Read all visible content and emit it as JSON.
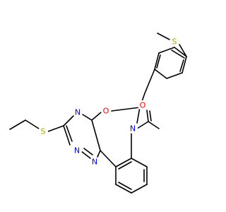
{
  "colors": {
    "background": "#ffffff",
    "bond": "#000000",
    "N": "#0000ff",
    "O": "#ff0000",
    "S": "#b2a200"
  },
  "atoms": [
    {
      "id": "s_methyl",
      "element": "S",
      "label": "S"
    },
    {
      "id": "n_acetyl",
      "element": "N",
      "label": "N"
    },
    {
      "id": "o_carbonyl",
      "element": "O",
      "label": "O"
    },
    {
      "id": "o_ring",
      "element": "O",
      "label": "O"
    },
    {
      "id": "n_upper",
      "element": "N",
      "label": "N"
    },
    {
      "id": "s_ethyl",
      "element": "S",
      "label": "S"
    },
    {
      "id": "n_left",
      "element": "N",
      "label": "N"
    },
    {
      "id": "n_lower",
      "element": "N",
      "label": "N"
    }
  ]
}
